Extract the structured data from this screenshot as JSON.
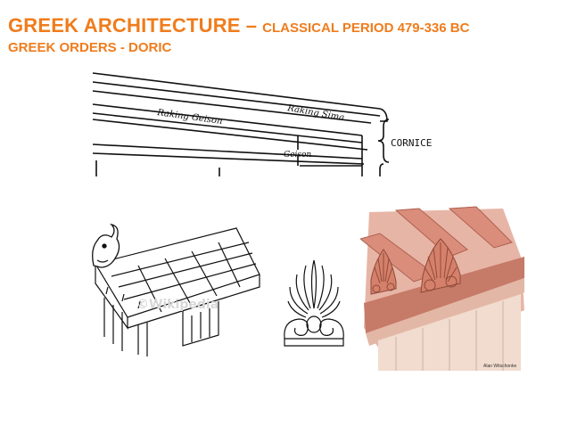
{
  "slide": {
    "title_main": "GREEK ARCHITECTURE",
    "title_dash": " – ",
    "title_period": "CLASSICAL PERIOD 479-336 BC",
    "subtitle": "GREEK ORDERS - DORIC"
  },
  "cornice_diagram": {
    "labels": {
      "raking_sima": "Raking Sima",
      "raking_geison": "Raking Geison",
      "geison": "Geison",
      "cornice": "CORNICE"
    }
  },
  "roof_sketch": {
    "watermark": "©Wikipedia"
  },
  "color_illustration": {
    "credit": "Alan Witschonke"
  }
}
